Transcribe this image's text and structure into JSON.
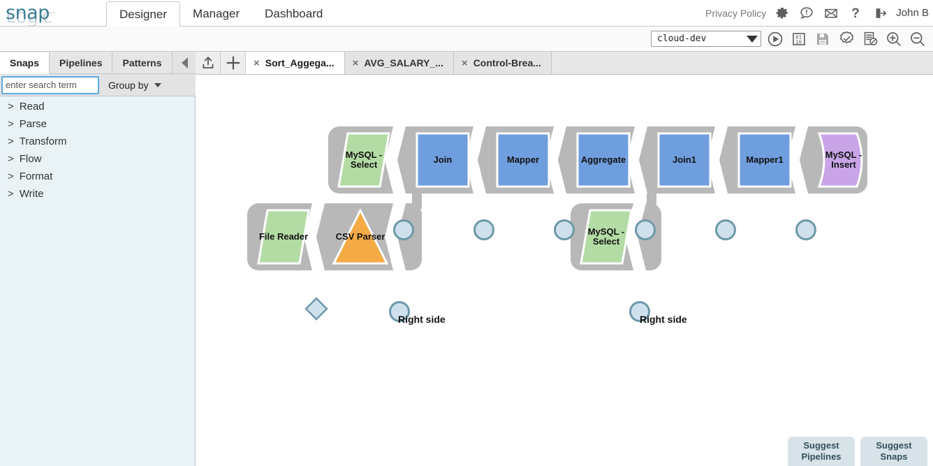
{
  "header": {
    "logo_snap": "snap",
    "logo_logic": "Logic",
    "logo_dot": "·",
    "tabs": [
      {
        "label": "Designer",
        "active": true
      },
      {
        "label": "Manager",
        "active": false
      },
      {
        "label": "Dashboard",
        "active": false
      }
    ],
    "privacy_policy": "Privacy Policy",
    "icons": [
      "gear-icon",
      "notification-icon",
      "mail-icon",
      "help-icon",
      "logout-icon"
    ],
    "username": "John B"
  },
  "toolbar": {
    "environment": "cloud-dev",
    "icons": [
      "execute-icon",
      "binary-data-icon",
      "save-icon",
      "validate-icon",
      "edit-notes-icon",
      "zoom-in-icon",
      "zoom-out-icon"
    ]
  },
  "sidebar": {
    "tabs": [
      {
        "label": "Snaps",
        "active": true
      },
      {
        "label": "Pipelines",
        "active": false
      },
      {
        "label": "Patterns",
        "active": false
      }
    ],
    "collapse_icon": "collapse-left-icon",
    "search": {
      "value": "",
      "placeholder": "enter search term"
    },
    "group_by": "Group by",
    "items": [
      {
        "label": "Read",
        "chevron": ">"
      },
      {
        "label": "Parse",
        "chevron": ">"
      },
      {
        "label": "Transform",
        "chevron": ">"
      },
      {
        "label": "Flow",
        "chevron": ">"
      },
      {
        "label": "Format",
        "chevron": ">"
      },
      {
        "label": "Write",
        "chevron": ">"
      }
    ]
  },
  "pipeline_tabs": {
    "upload_icon": "upload-icon",
    "add_icon": "plus-icon",
    "close_glyph": "×",
    "tabs": [
      {
        "label": "Sort_Aggega...",
        "active": true
      },
      {
        "label": "AVG_SALARY_...",
        "active": false
      },
      {
        "label": "Control-Brea...",
        "active": false
      }
    ]
  },
  "canvas": {
    "main_row": [
      {
        "name": "mysql-select",
        "label": "MySQL -\nSelect",
        "shape": "parallelogram",
        "color": "#b3dba4"
      },
      {
        "name": "join",
        "label": "Join",
        "shape": "square",
        "color": "#6f9ede"
      },
      {
        "name": "mapper",
        "label": "Mapper",
        "shape": "square",
        "color": "#6f9ede"
      },
      {
        "name": "aggregate",
        "label": "Aggregate",
        "shape": "square",
        "color": "#6f9ede"
      },
      {
        "name": "join1",
        "label": "Join1",
        "shape": "square",
        "color": "#6f9ede"
      },
      {
        "name": "mapper1",
        "label": "Mapper1",
        "shape": "square",
        "color": "#6f9ede"
      },
      {
        "name": "mysql-insert",
        "label": "MySQL -\nInsert",
        "shape": "document",
        "color": "#c9a5e8"
      }
    ],
    "branch_left": [
      {
        "name": "file-reader",
        "label": "File Reader",
        "shape": "parallelogram",
        "color": "#b3dba4"
      },
      {
        "name": "diamond-connector",
        "label": "",
        "shape": "diamond",
        "color": "#cfe0ed"
      },
      {
        "name": "csv-parser",
        "label": "CSV Parser",
        "shape": "triangle",
        "color": "#f5ab45"
      }
    ],
    "branch_left_port_label": "Right side",
    "branch_right": [
      {
        "name": "mysql-select-2",
        "label": "MySQL -\nSelect",
        "shape": "parallelogram",
        "color": "#b3dba4"
      }
    ],
    "branch_right_port_label": "Right side"
  },
  "suggest": {
    "pipelines": "Suggest\nPipelines",
    "snaps": "Suggest\nSnaps"
  },
  "colors": {
    "snap_green": "#b3dba4",
    "snap_blue": "#6f9ede",
    "snap_orange": "#f5ab45",
    "snap_purple": "#c9a5e8",
    "chassis_gray": "#b8b8b8",
    "connector_fill": "#cfe0ed",
    "connector_stroke": "#6d98a8",
    "sidebar_bg": "#e9f2f5",
    "focus_blue": "#5ca9dd"
  }
}
